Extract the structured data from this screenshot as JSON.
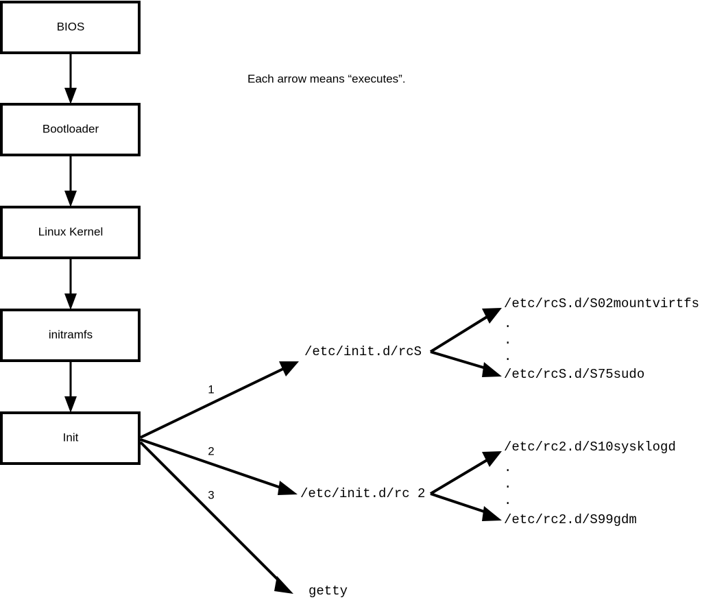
{
  "diagram": {
    "note": "Each arrow means “executes”.",
    "boot_chain": [
      {
        "label": "BIOS"
      },
      {
        "label": "Bootloader"
      },
      {
        "label": "Linux Kernel"
      },
      {
        "label": "initramfs"
      },
      {
        "label": "Init"
      }
    ],
    "init_branches": [
      {
        "number": "1",
        "label": "/etc/init.d/rcS"
      },
      {
        "number": "2",
        "label": "/etc/init.d/rc 2"
      },
      {
        "number": "3",
        "label": "getty"
      }
    ],
    "rcs_scripts": {
      "first": "/etc/rcS.d/S02mountvirtfs",
      "last": "/etc/rcS.d/S75sudo",
      "ellipsis": [
        ".",
        ".",
        "."
      ]
    },
    "rc2_scripts": {
      "first": "/etc/rc2.d/S10sysklogd",
      "last": "/etc/rc2.d/S99gdm",
      "ellipsis": [
        ".",
        ".",
        "."
      ]
    },
    "colors": {
      "stroke": "#000000",
      "background": "#ffffff",
      "text": "#000000"
    }
  }
}
